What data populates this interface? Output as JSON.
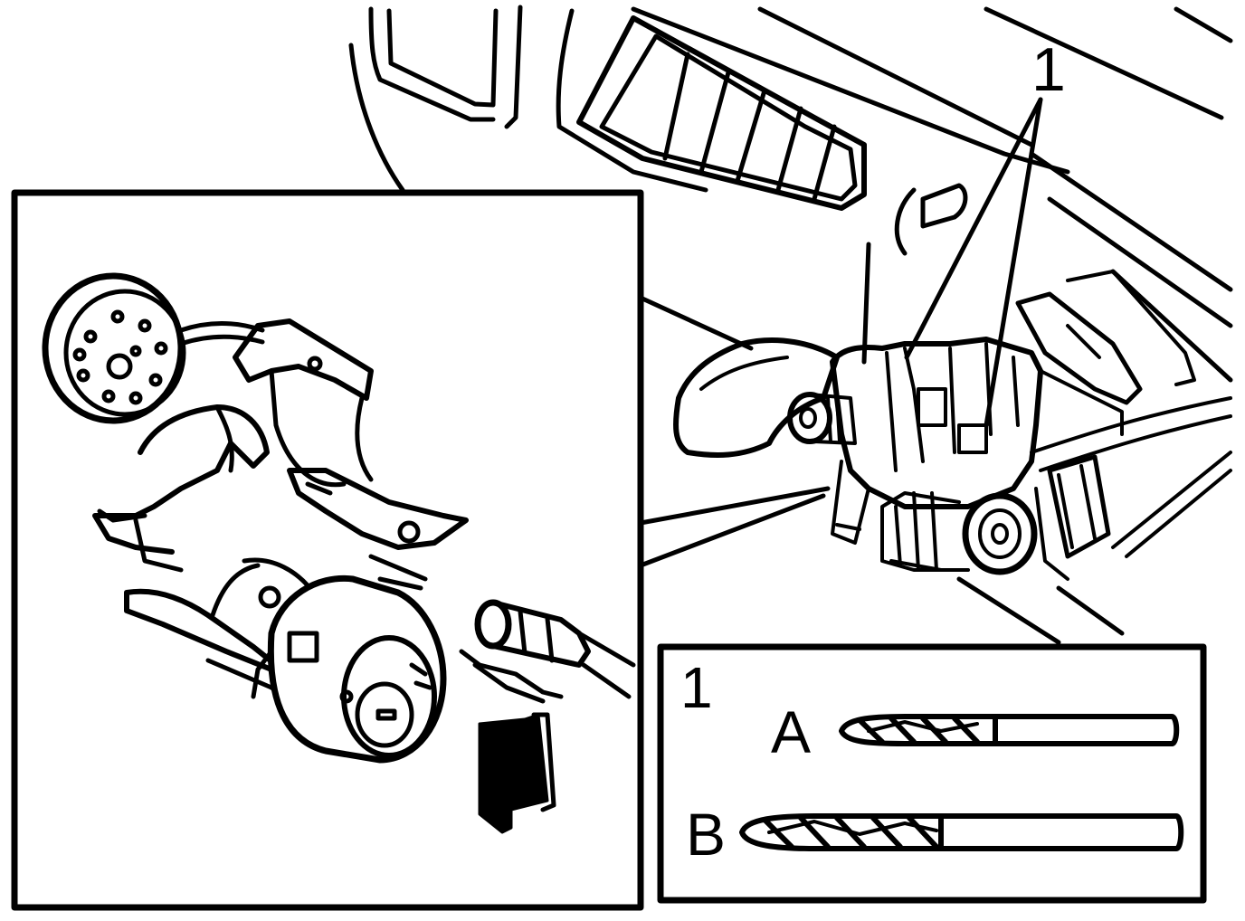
{
  "figure": {
    "callout_label": "1",
    "inset_label": "1",
    "drill_a_label": "A",
    "drill_b_label": "B"
  },
  "colors": {
    "ink": "#000000",
    "paper": "#ffffff"
  }
}
